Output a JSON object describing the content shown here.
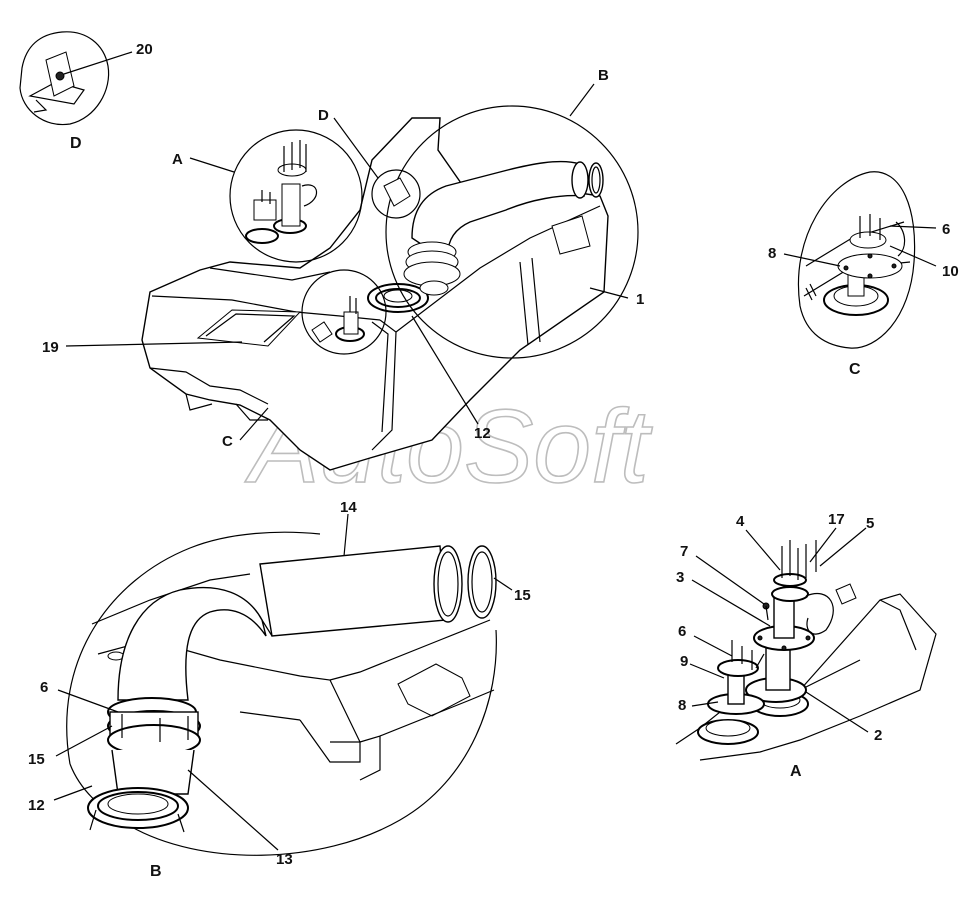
{
  "watermark": "AutoSoft",
  "views": {
    "top_left": "D",
    "circle_c": "C",
    "bottom_left": "B",
    "bottom_right": "A"
  },
  "callouts": {
    "main_a": "A",
    "main_b": "B",
    "main_c": "C",
    "main_d": "D",
    "p1": "1",
    "p12_main": "12",
    "p19": "19",
    "p20": "20",
    "c6": "6",
    "c8": "8",
    "c10": "10",
    "b14": "14",
    "b15_right": "15",
    "b6": "6",
    "b15_left": "15",
    "b12": "12",
    "b13": "13",
    "a4": "4",
    "a17": "17",
    "a5": "5",
    "a7": "7",
    "a3": "3",
    "a6": "6",
    "a9": "9",
    "a8": "8",
    "a2": "2"
  }
}
